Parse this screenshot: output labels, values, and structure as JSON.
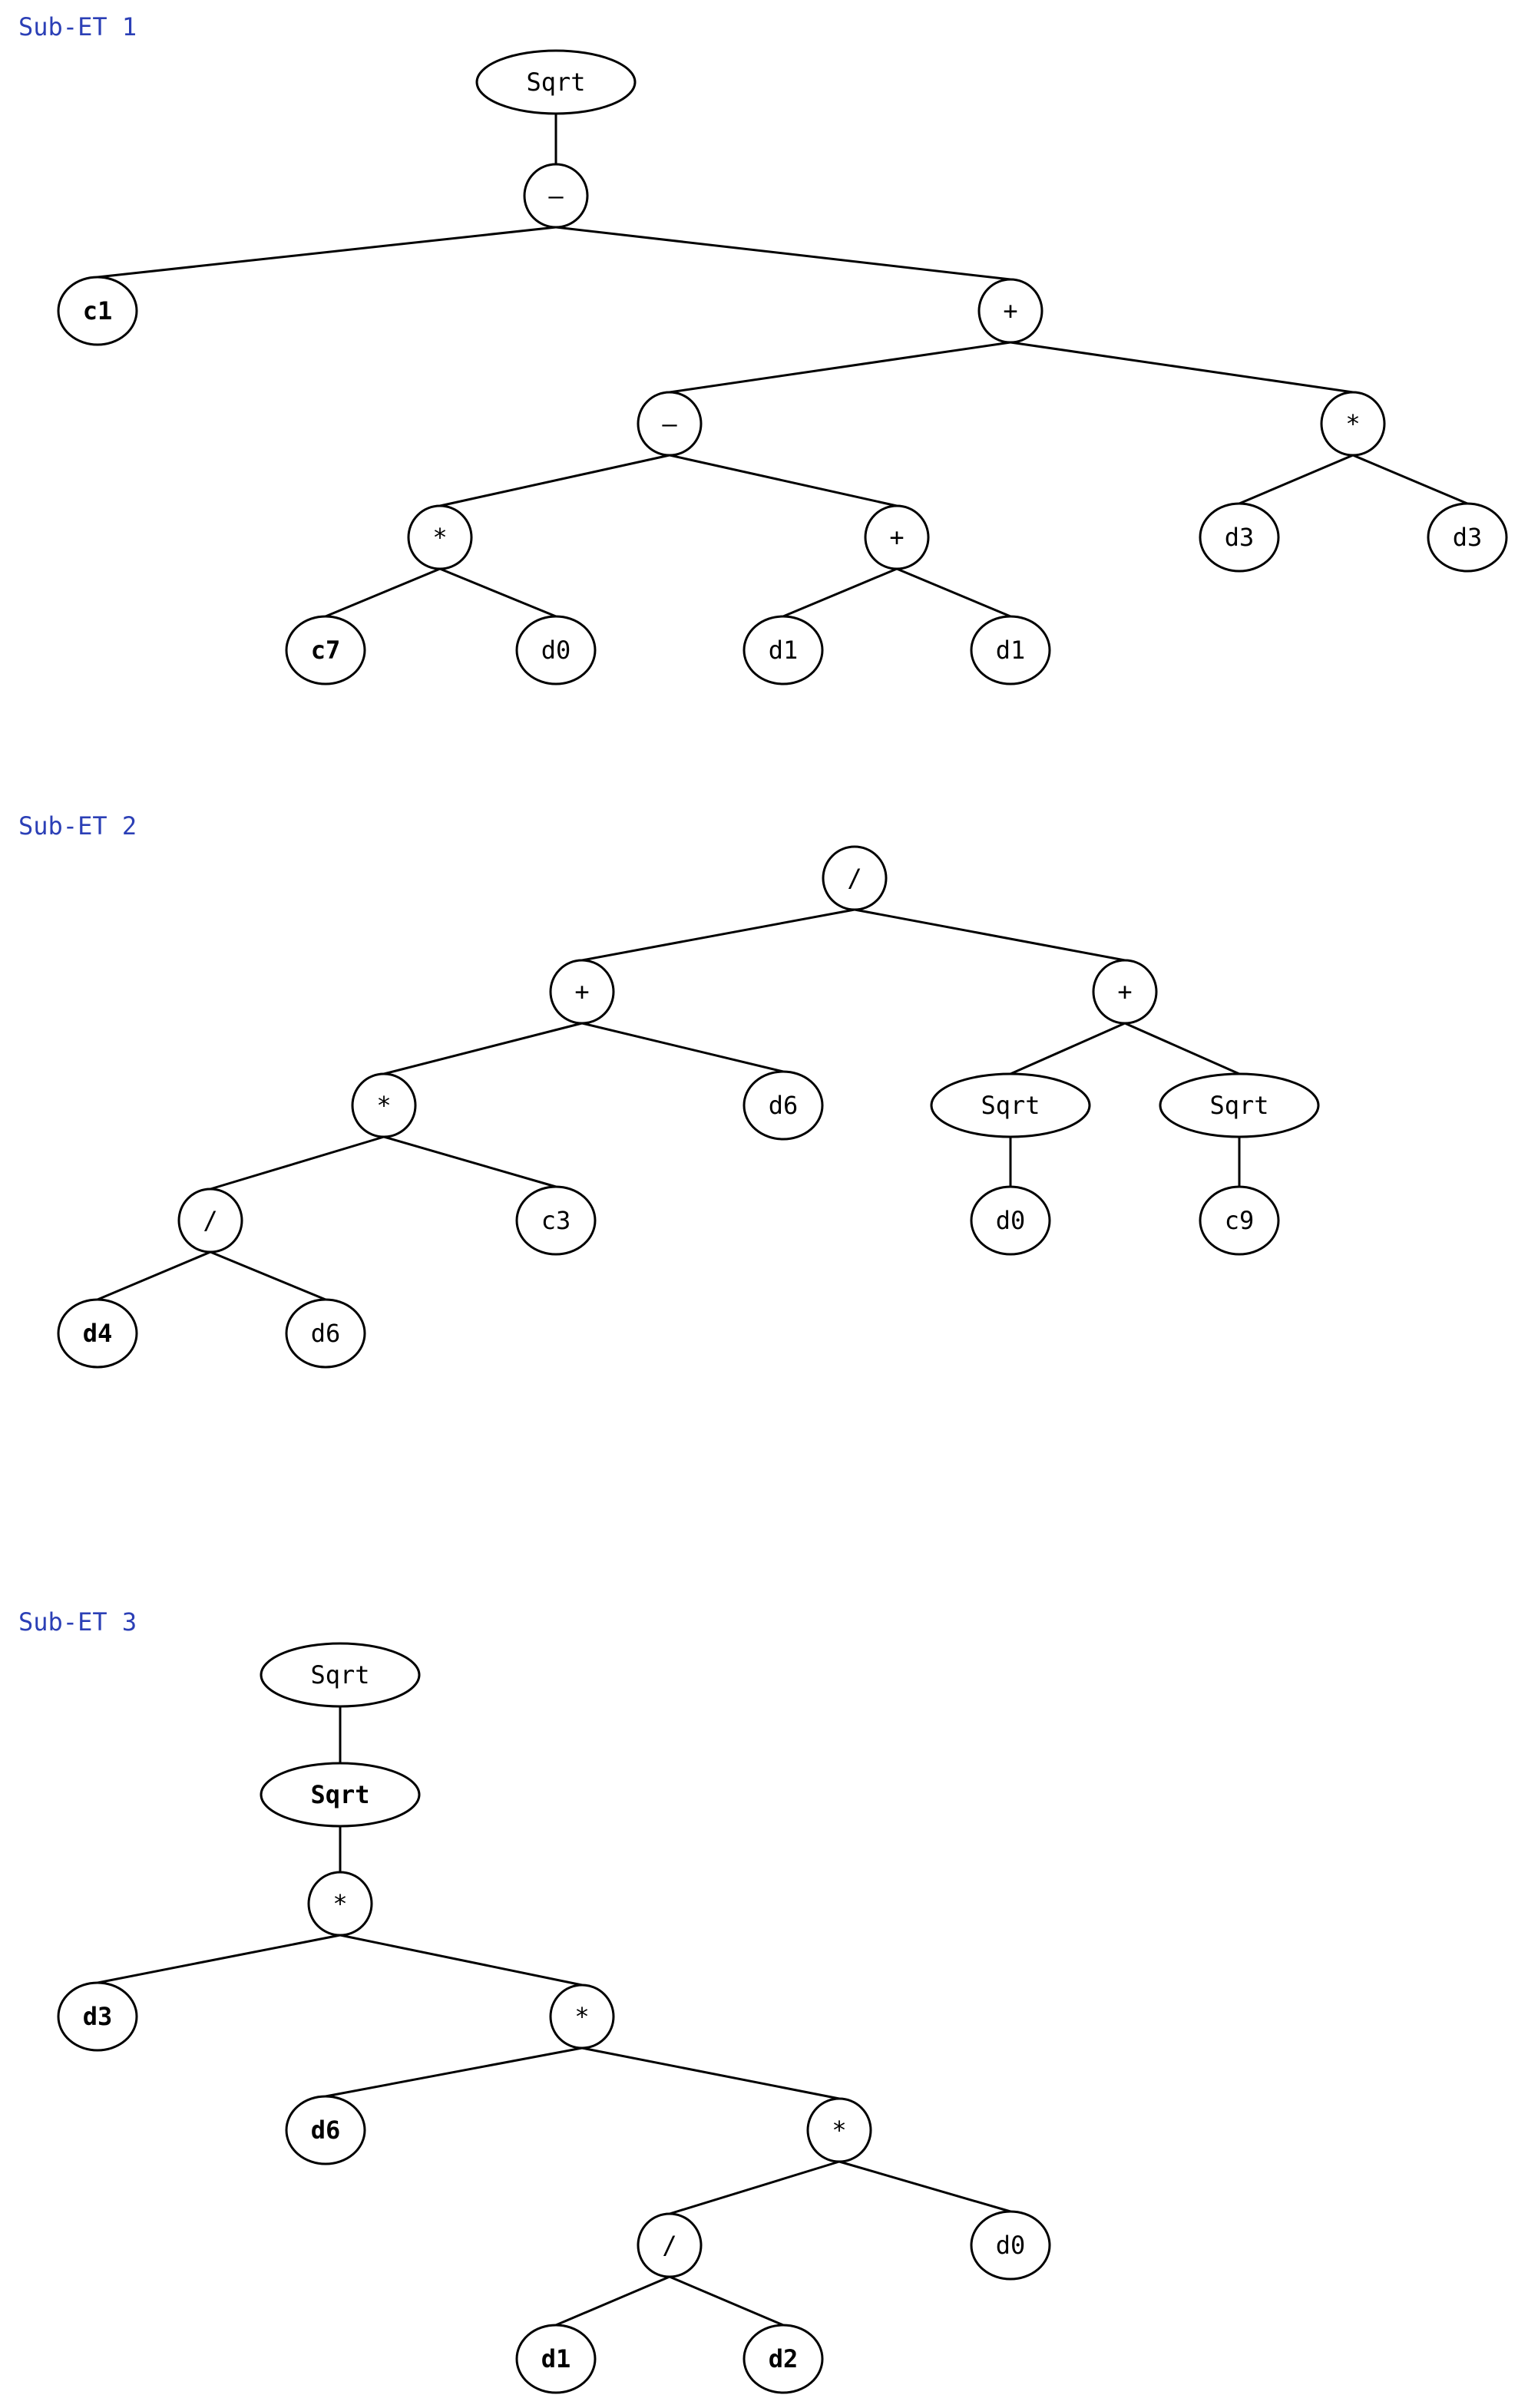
{
  "colors": {
    "label": "#2b3fb6",
    "stroke": "#000000",
    "background": "#ffffff"
  },
  "trees": [
    {
      "label": "Sub-ET 1",
      "nodes": [
        {
          "id": "sqrt",
          "text": "Sqrt"
        },
        {
          "id": "minus1",
          "text": "–"
        },
        {
          "id": "c1",
          "text": "c1"
        },
        {
          "id": "plus1",
          "text": "+"
        },
        {
          "id": "minus2",
          "text": "–"
        },
        {
          "id": "mul1",
          "text": "*"
        },
        {
          "id": "mul2",
          "text": "*"
        },
        {
          "id": "plus2",
          "text": "+"
        },
        {
          "id": "d3a",
          "text": "d3"
        },
        {
          "id": "d3b",
          "text": "d3"
        },
        {
          "id": "c7",
          "text": "c7"
        },
        {
          "id": "d0",
          "text": "d0"
        },
        {
          "id": "d1a",
          "text": "d1"
        },
        {
          "id": "d1b",
          "text": "d1"
        }
      ],
      "edges": [
        [
          "sqrt",
          "minus1"
        ],
        [
          "minus1",
          "c1"
        ],
        [
          "minus1",
          "plus1"
        ],
        [
          "plus1",
          "minus2"
        ],
        [
          "plus1",
          "mul1"
        ],
        [
          "minus2",
          "mul2"
        ],
        [
          "minus2",
          "plus2"
        ],
        [
          "mul1",
          "d3a"
        ],
        [
          "mul1",
          "d3b"
        ],
        [
          "mul2",
          "c7"
        ],
        [
          "mul2",
          "d0"
        ],
        [
          "plus2",
          "d1a"
        ],
        [
          "plus2",
          "d1b"
        ]
      ]
    },
    {
      "label": "Sub-ET 2",
      "nodes": [
        {
          "id": "div1",
          "text": "/"
        },
        {
          "id": "plusL",
          "text": "+"
        },
        {
          "id": "plusR",
          "text": "+"
        },
        {
          "id": "mul",
          "text": "*"
        },
        {
          "id": "d6a",
          "text": "d6"
        },
        {
          "id": "sqrtA",
          "text": "Sqrt"
        },
        {
          "id": "sqrtB",
          "text": "Sqrt"
        },
        {
          "id": "div2",
          "text": "/"
        },
        {
          "id": "c3",
          "text": "c3"
        },
        {
          "id": "d0",
          "text": "d0"
        },
        {
          "id": "c9",
          "text": "c9"
        },
        {
          "id": "d4",
          "text": "d4"
        },
        {
          "id": "d6b",
          "text": "d6"
        }
      ],
      "edges": [
        [
          "div1",
          "plusL"
        ],
        [
          "div1",
          "plusR"
        ],
        [
          "plusL",
          "mul"
        ],
        [
          "plusL",
          "d6a"
        ],
        [
          "plusR",
          "sqrtA"
        ],
        [
          "plusR",
          "sqrtB"
        ],
        [
          "mul",
          "div2"
        ],
        [
          "mul",
          "c3"
        ],
        [
          "sqrtA",
          "d0"
        ],
        [
          "sqrtB",
          "c9"
        ],
        [
          "div2",
          "d4"
        ],
        [
          "div2",
          "d6b"
        ]
      ]
    },
    {
      "label": "Sub-ET 3",
      "nodes": [
        {
          "id": "sqrt1",
          "text": "Sqrt"
        },
        {
          "id": "sqrt2",
          "text": "Sqrt"
        },
        {
          "id": "mul1",
          "text": "*"
        },
        {
          "id": "d3",
          "text": "d3"
        },
        {
          "id": "mul2",
          "text": "*"
        },
        {
          "id": "d6",
          "text": "d6"
        },
        {
          "id": "mul3",
          "text": "*"
        },
        {
          "id": "div",
          "text": "/"
        },
        {
          "id": "d0",
          "text": "d0"
        },
        {
          "id": "d1",
          "text": "d1"
        },
        {
          "id": "d2",
          "text": "d2"
        }
      ],
      "edges": [
        [
          "sqrt1",
          "sqrt2"
        ],
        [
          "sqrt2",
          "mul1"
        ],
        [
          "mul1",
          "d3"
        ],
        [
          "mul1",
          "mul2"
        ],
        [
          "mul2",
          "d6"
        ],
        [
          "mul2",
          "mul3"
        ],
        [
          "mul3",
          "div"
        ],
        [
          "mul3",
          "d0"
        ],
        [
          "div",
          "d1"
        ],
        [
          "div",
          "d2"
        ]
      ]
    }
  ]
}
